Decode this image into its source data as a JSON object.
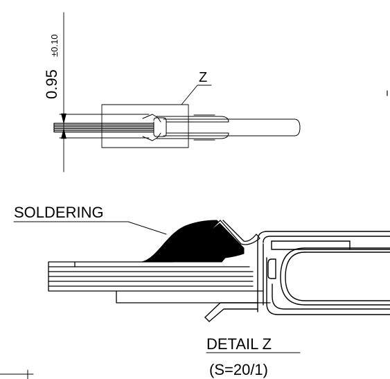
{
  "dimension": {
    "value": "0.95",
    "tolerance": "±0.10"
  },
  "detail_marker": "Z",
  "callout": "SOLDERING",
  "detail": {
    "title": "DETAIL Z",
    "scale": "(S=20/1)"
  }
}
